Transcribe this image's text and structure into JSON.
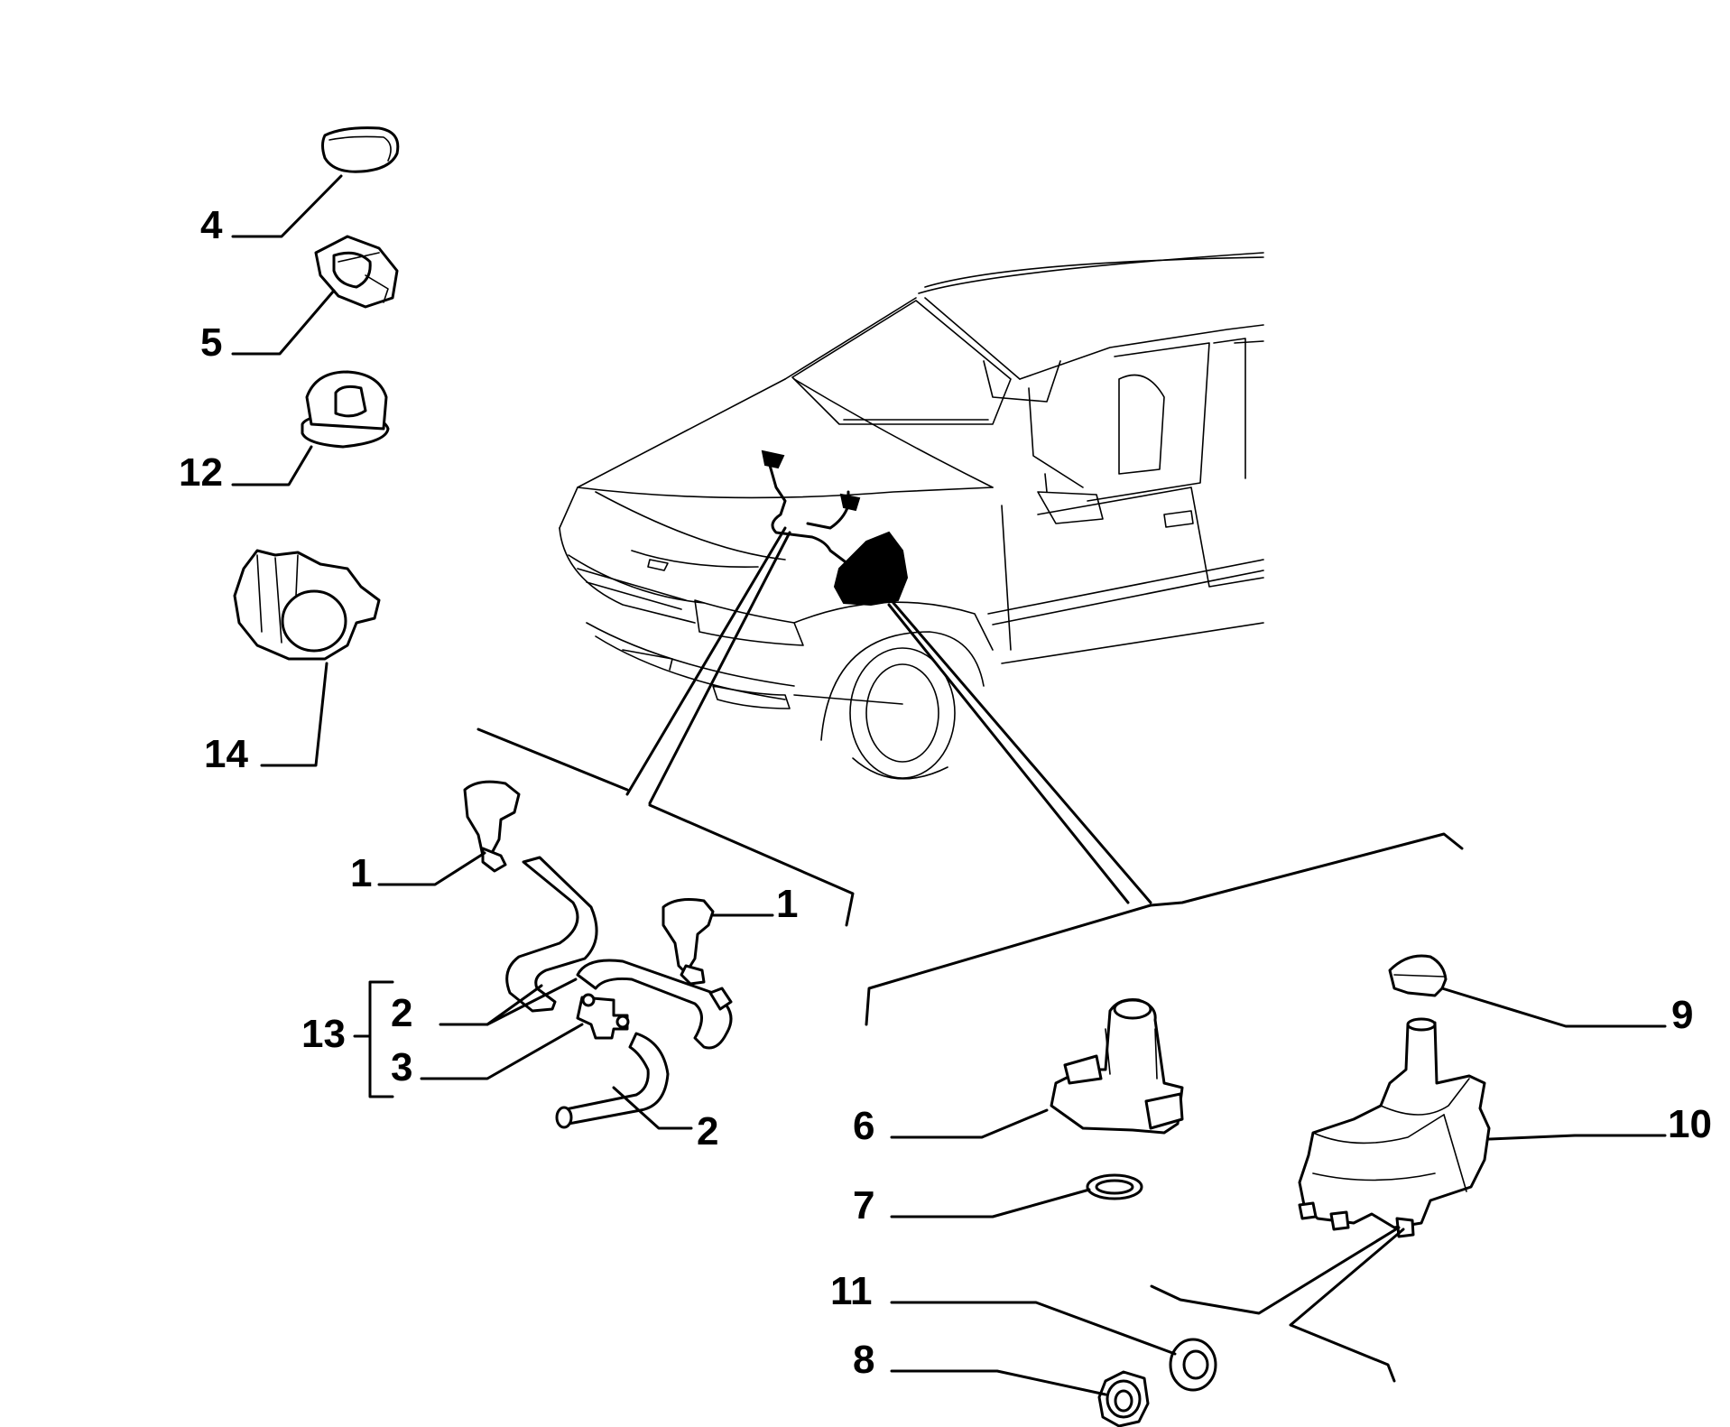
{
  "callouts": [
    {
      "id": "c4",
      "label": "4"
    },
    {
      "id": "c5",
      "label": "5"
    },
    {
      "id": "c12",
      "label": "12"
    },
    {
      "id": "c14",
      "label": "14"
    },
    {
      "id": "c1a",
      "label": "1"
    },
    {
      "id": "c1b",
      "label": "1"
    },
    {
      "id": "c13",
      "label": "13"
    },
    {
      "id": "c2a",
      "label": "2"
    },
    {
      "id": "c3",
      "label": "3"
    },
    {
      "id": "c2b",
      "label": "2"
    },
    {
      "id": "c6",
      "label": "6"
    },
    {
      "id": "c7",
      "label": "7"
    },
    {
      "id": "c11",
      "label": "11"
    },
    {
      "id": "c8",
      "label": "8"
    },
    {
      "id": "c9",
      "label": "9"
    },
    {
      "id": "c10",
      "label": "10"
    }
  ],
  "colors": {
    "line": "#000000",
    "background": "#ffffff"
  }
}
